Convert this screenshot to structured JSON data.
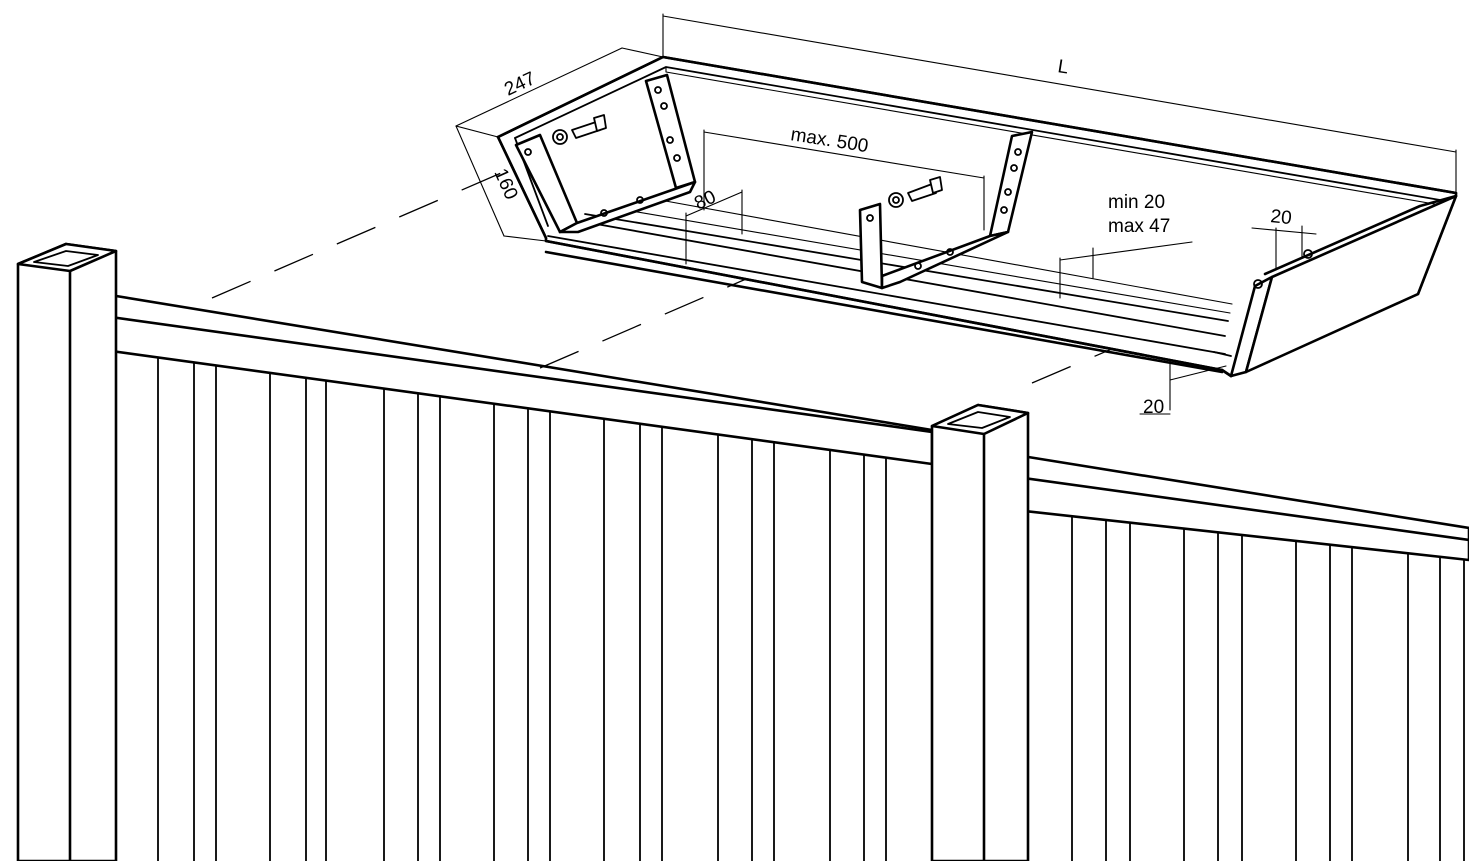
{
  "colors": {
    "line": "#000000",
    "background": "#ffffff"
  },
  "dimensions": {
    "length": "L",
    "depth": "247",
    "height": "160",
    "bracket_spacing": "max. 500",
    "bracket_offset": "80",
    "gap_min": "min 20",
    "gap_max": "max 47",
    "edge_offset_top": "20",
    "edge_offset_bottom": "20"
  }
}
